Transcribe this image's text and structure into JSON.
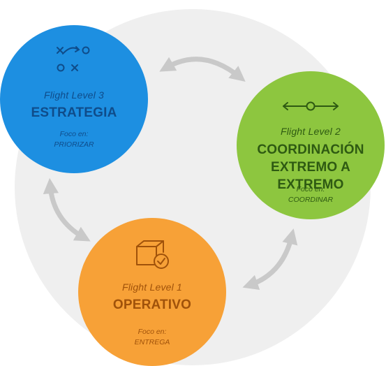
{
  "colors": {
    "background_circle": "#efefef",
    "arrow": "#c9c9c9",
    "strategy": "#1d8fe1",
    "coordination": "#8dc63f",
    "operative": "#f7a137",
    "strategy_text_dark": "#0f4c8a",
    "coordination_text_dark": "#2e5a12",
    "operative_text_dark": "#a0520a"
  },
  "levels": {
    "strategy": {
      "icon": "play-diagram-icon",
      "level": "Flight Level 3",
      "title": "ESTRATEGIA",
      "focus_label": "Foco en:",
      "focus_value": "PRIORIZAR"
    },
    "coordination": {
      "icon": "node-line-arrows-icon",
      "level": "Flight Level 2",
      "title_line1": "COORDINACIÓN",
      "title_line2": "EXTREMO A EXTREMO",
      "focus_label": "Foco en:",
      "focus_value": "COORDINAR"
    },
    "operative": {
      "icon": "box-check-icon",
      "level": "Flight Level 1",
      "title": "OPERATIVO",
      "focus_label": "Foco en:",
      "focus_value": "ENTREGA"
    }
  }
}
